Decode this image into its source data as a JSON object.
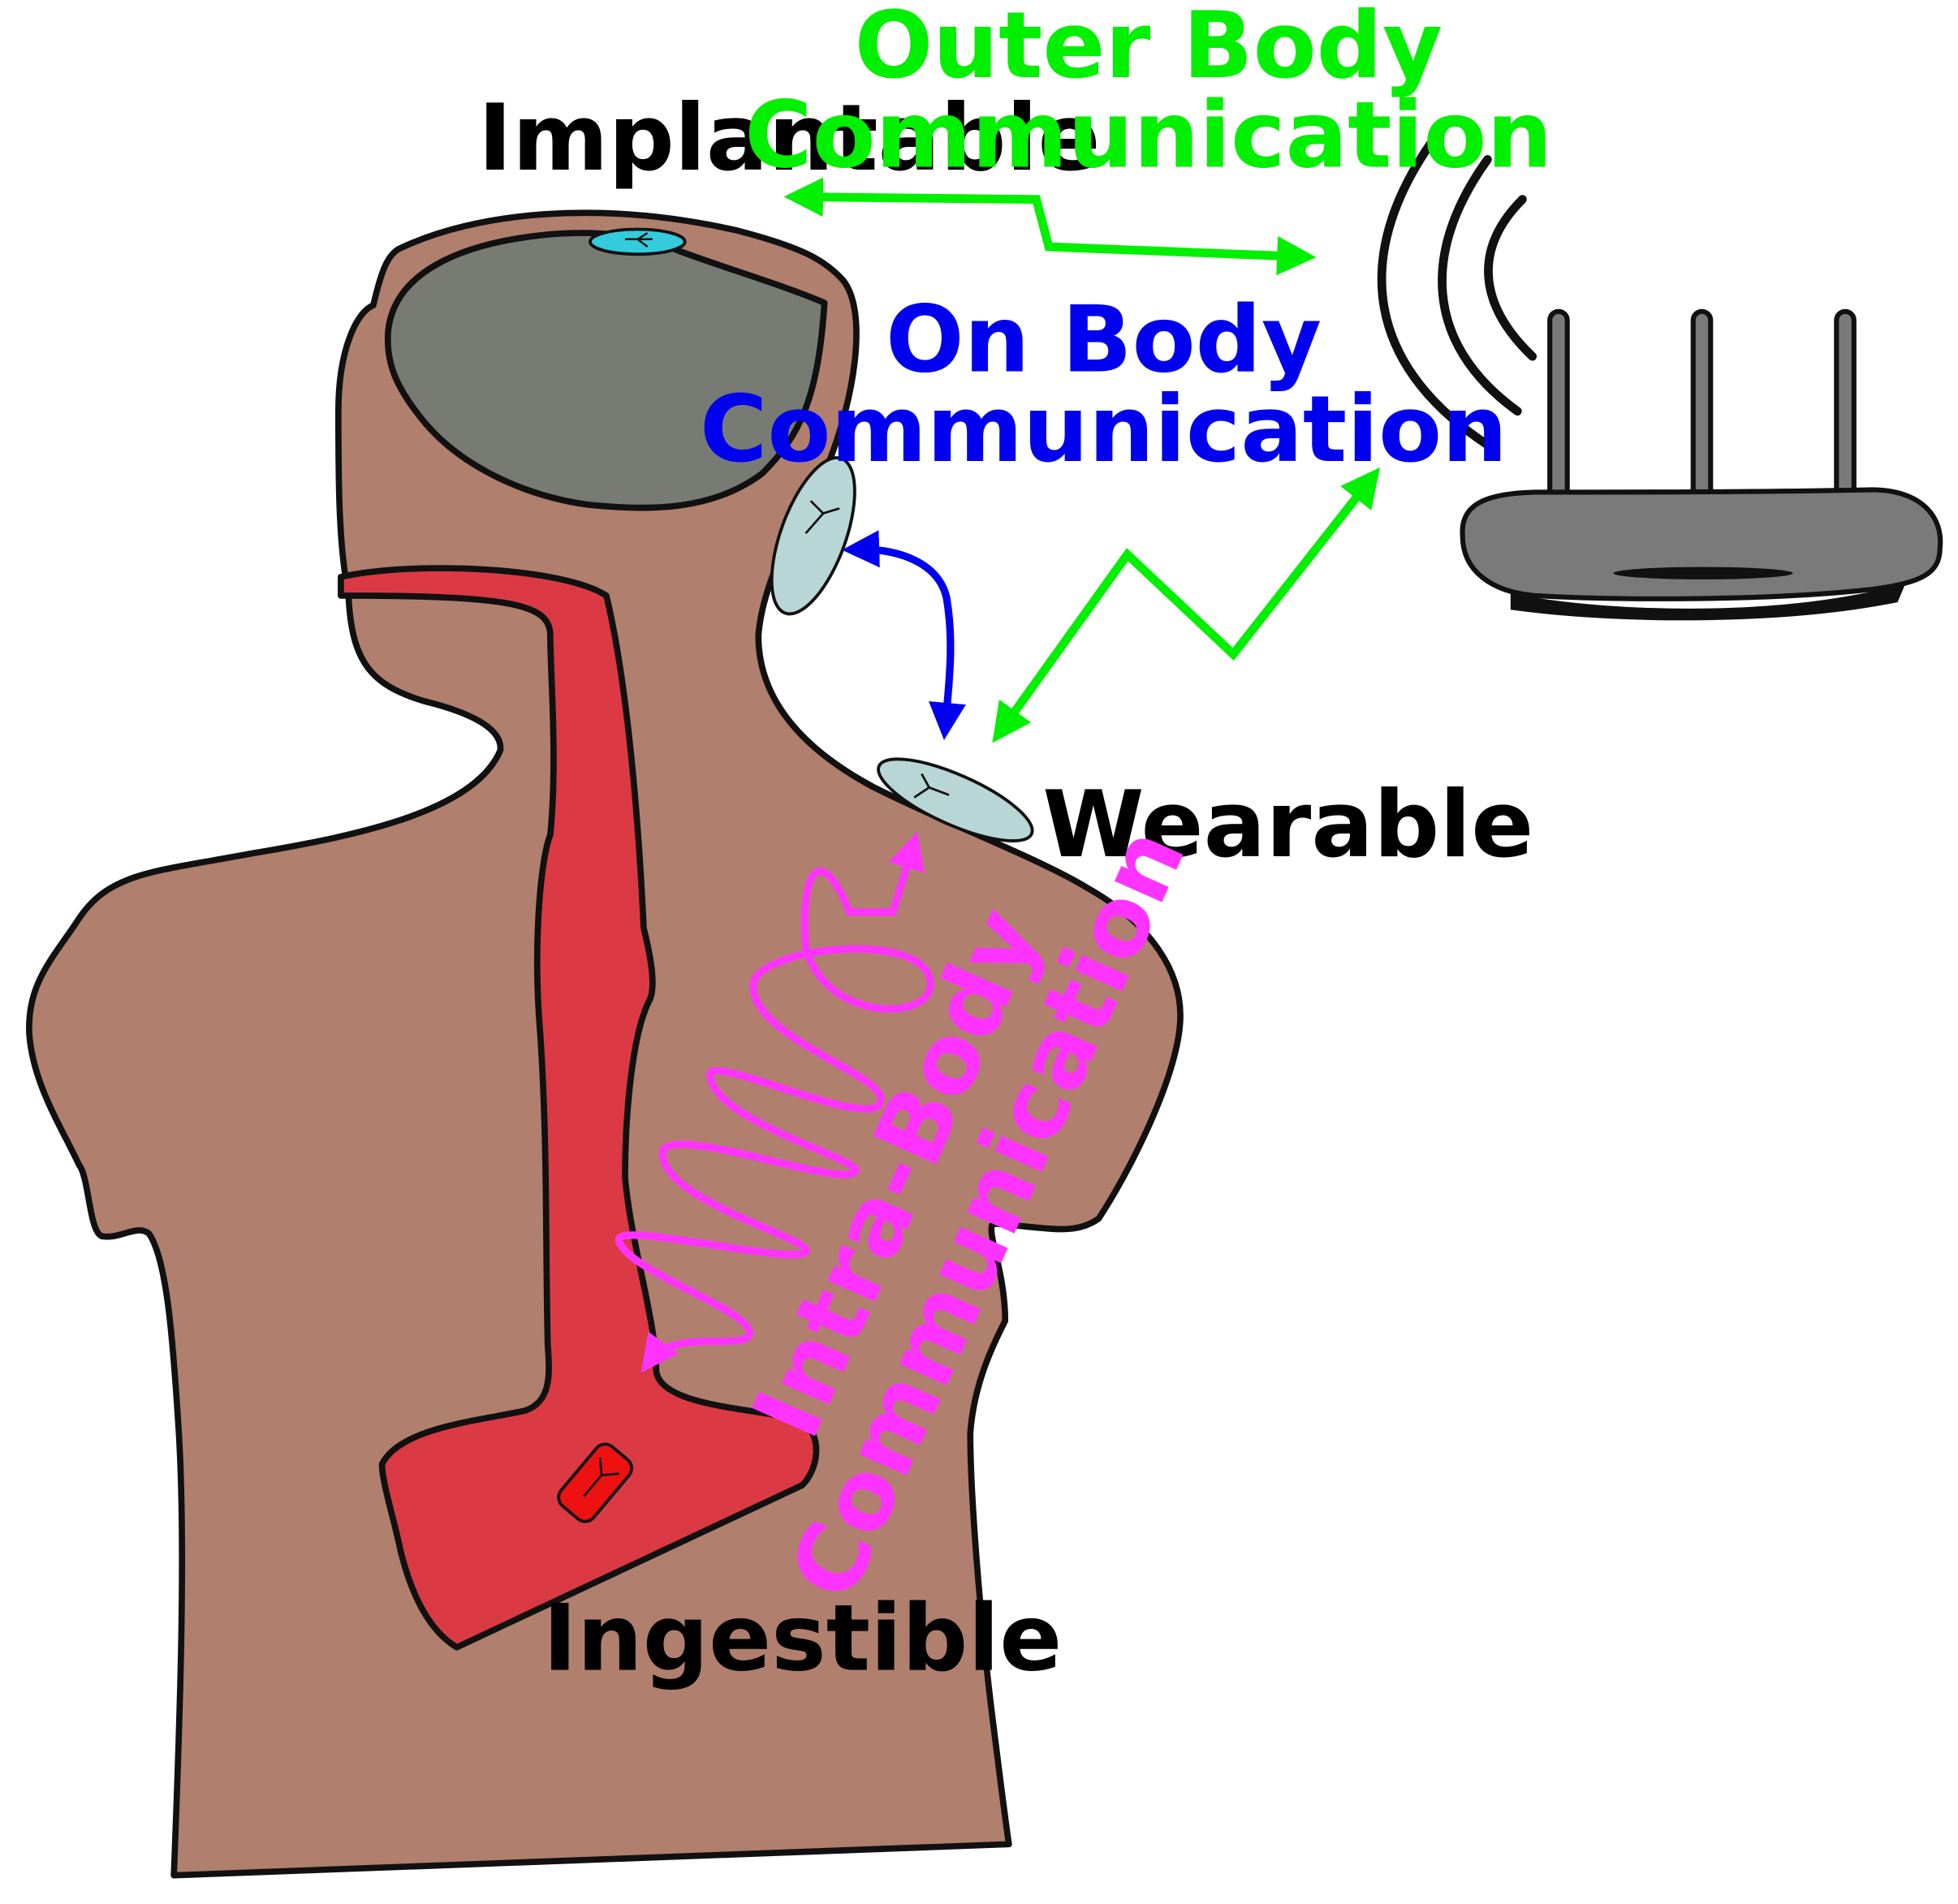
{
  "labels": {
    "implantable": "Implantable",
    "wearable": "Wearable",
    "ingestible": "Ingestible",
    "outer_body_line1": "Outer Body",
    "outer_body_line2": "Communication",
    "on_body_line1": "On Body",
    "on_body_line2": "Communication",
    "intra_body_line1": "Intra-Body",
    "intra_body_line2": "Communication"
  },
  "colors": {
    "skin": "#b07f6d",
    "brain": "#777b74",
    "esophagus": "#db3a44",
    "implant_sensor": "#33ccdd",
    "wearable_sensor": "#b8d6d6",
    "ingestible_pill": "#ee1111",
    "router": "#7a7a7a",
    "outer_body": "#00f000",
    "on_body": "#0000ee",
    "intra_body": "#ff33ff",
    "outline": "#111111"
  },
  "icons": [
    "antenna-icon",
    "router-icon",
    "wifi-waves-icon",
    "pill-icon"
  ]
}
